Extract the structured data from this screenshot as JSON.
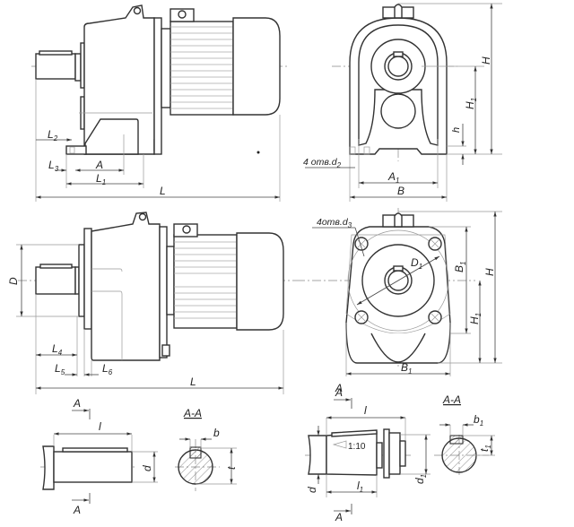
{
  "drawing": {
    "title": "Gear motor dimensional drawing",
    "views": {
      "foot_side": {
        "labels": {
          "L": "L",
          "L1": "L",
          "L1_sub": "1",
          "L2": "L",
          "L2_sub": "2",
          "L3": "L",
          "L3_sub": "3",
          "A": "A"
        }
      },
      "foot_front": {
        "labels": {
          "H": "H",
          "H1": "H",
          "H1_sub": "1",
          "h": "h",
          "A1": "A",
          "A1_sub": "1",
          "B": "B",
          "holes": "4 отв.d",
          "holes_sub": "2"
        }
      },
      "flange_side": {
        "labels": {
          "D": "D",
          "L": "L",
          "L4": "L",
          "L4_sub": "4",
          "L5": "L",
          "L5_sub": "5",
          "L6": "L",
          "L6_sub": "6"
        }
      },
      "flange_front": {
        "labels": {
          "holes": "4отв.d",
          "holes_sub": "3",
          "D1": "D",
          "D1_sub": "1",
          "B1_right": "B",
          "B1_right_sub": "1",
          "B1_bottom": "B",
          "B1_bottom_sub": "1",
          "H": "H",
          "H1": "H",
          "H1_sub": "1",
          "view_letter": "A"
        }
      },
      "cyl_shaft": {
        "labels": {
          "section_top": "A",
          "section_bottom": "A",
          "l": "l",
          "d": "d"
        }
      },
      "cyl_section": {
        "labels": {
          "title": "A-A",
          "b": "b",
          "t": "t"
        }
      },
      "taper_shaft": {
        "labels": {
          "section_top": "A",
          "section_bottom": "A",
          "l": "l",
          "l1": "l",
          "l1_sub": "1",
          "d": "d",
          "d1": "d",
          "d1_sub": "1",
          "taper": "1:10"
        }
      },
      "taper_section": {
        "labels": {
          "title": "A-A",
          "b1": "b",
          "b1_sub": "1",
          "t1": "t",
          "t1_sub": "1"
        }
      }
    }
  }
}
